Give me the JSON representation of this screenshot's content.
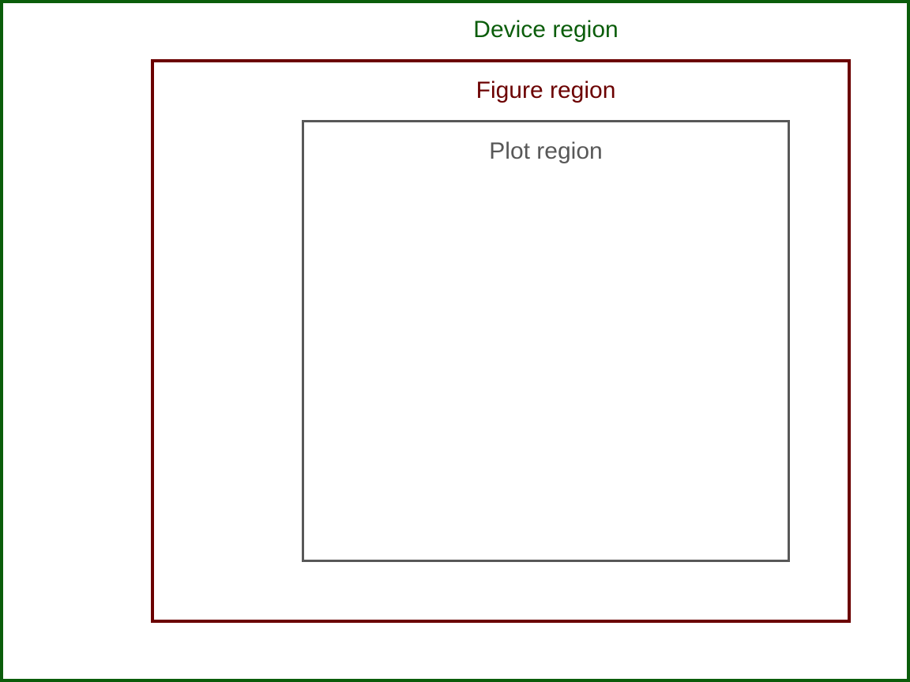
{
  "regions": {
    "device": {
      "label": "Device region",
      "color": "#0b5d0b"
    },
    "figure": {
      "label": "Figure region",
      "color": "#6b0000"
    },
    "plot": {
      "label": "Plot region",
      "color": "#585858"
    }
  }
}
